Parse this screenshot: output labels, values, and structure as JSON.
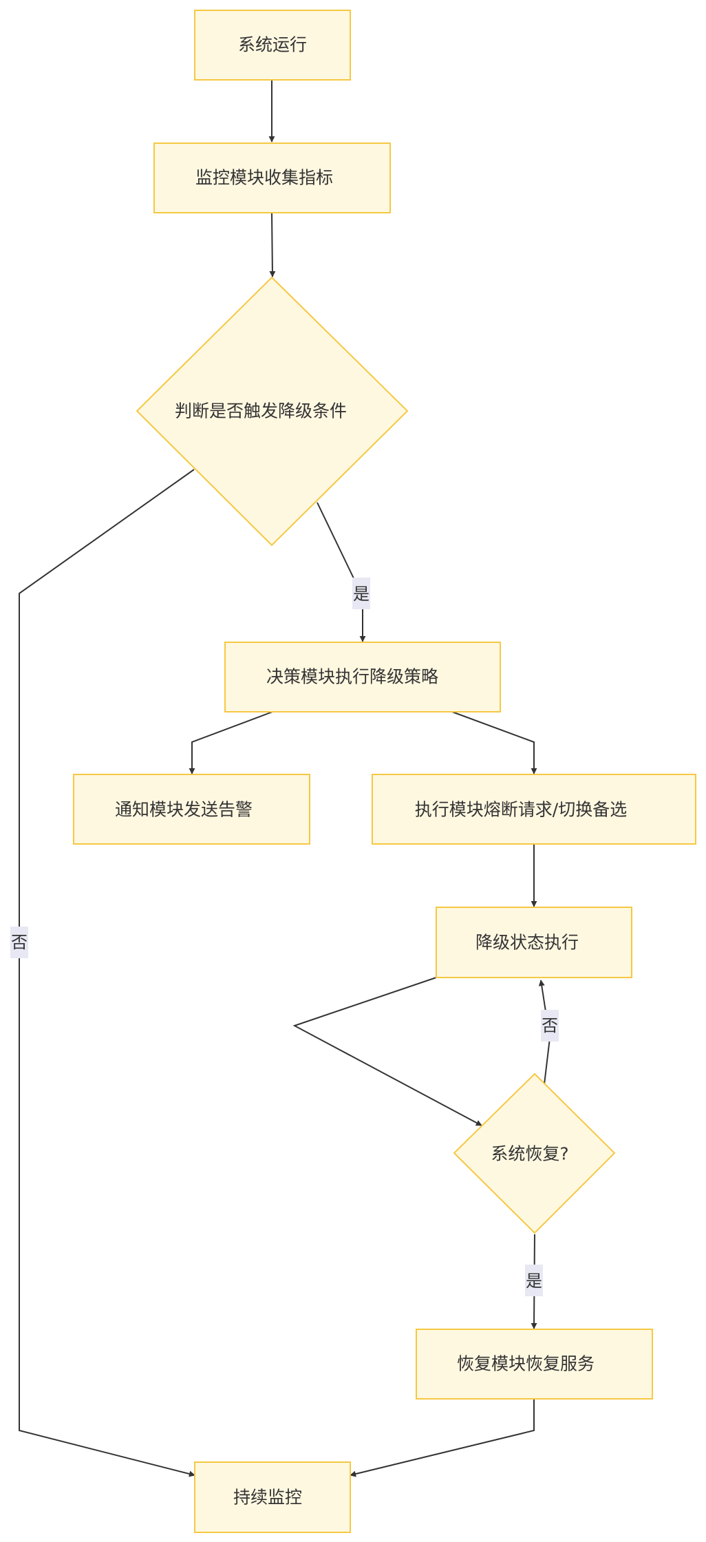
{
  "diagram": {
    "nodes": {
      "system_running": "系统运行",
      "monitor_collect": "监控模块收集指标",
      "check_trigger": "判断是否触发降级条件",
      "decision_execute": "决策模块执行降级策略",
      "notify_alert": "通知模块发送告警",
      "execute_fuse": "执行模块熔断请求/切换备选",
      "degraded_state": "降级状态执行",
      "system_recovered": "系统恢复?",
      "recovery_restore": "恢复模块恢复服务",
      "continue_monitor": "持续监控"
    },
    "edge_labels": {
      "trigger_yes": "是",
      "trigger_no": "否",
      "recovered_no": "否",
      "recovered_yes": "是"
    },
    "colors": {
      "node_fill": "#fff8e1",
      "node_stroke": "#f5c842",
      "edge_stroke": "#333333",
      "label_bg": "#e8e8f4"
    }
  }
}
